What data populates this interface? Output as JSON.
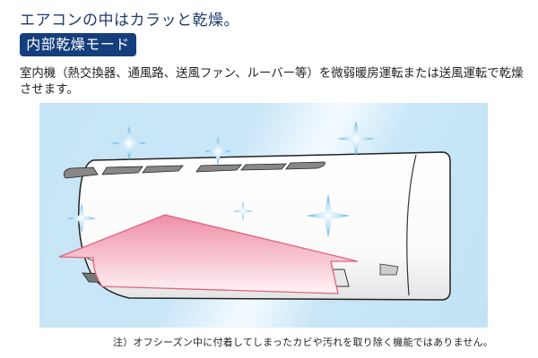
{
  "heading": "エアコンの中はカラッと乾燥。",
  "badge": "内部乾燥モード",
  "description": "室内機（熱交換器、通風路、送風ファン、ルーバー等）を微弱暖房運転または送風運転で乾燥させます。",
  "illustration": {
    "subject": "wall-mounted air conditioner indoor unit",
    "sparkle_icon": "sparkle-icon",
    "airflow_arrow": "warm-airflow-arrow",
    "colors": {
      "background": "#c6e5f6",
      "arrow": "#ef8fa5",
      "sparkle": "#4aa8e0",
      "badge": "#153e7c"
    }
  },
  "note": "注）オフシーズン中に付着してしまったカビや汚れを取り除く機能ではありません。"
}
